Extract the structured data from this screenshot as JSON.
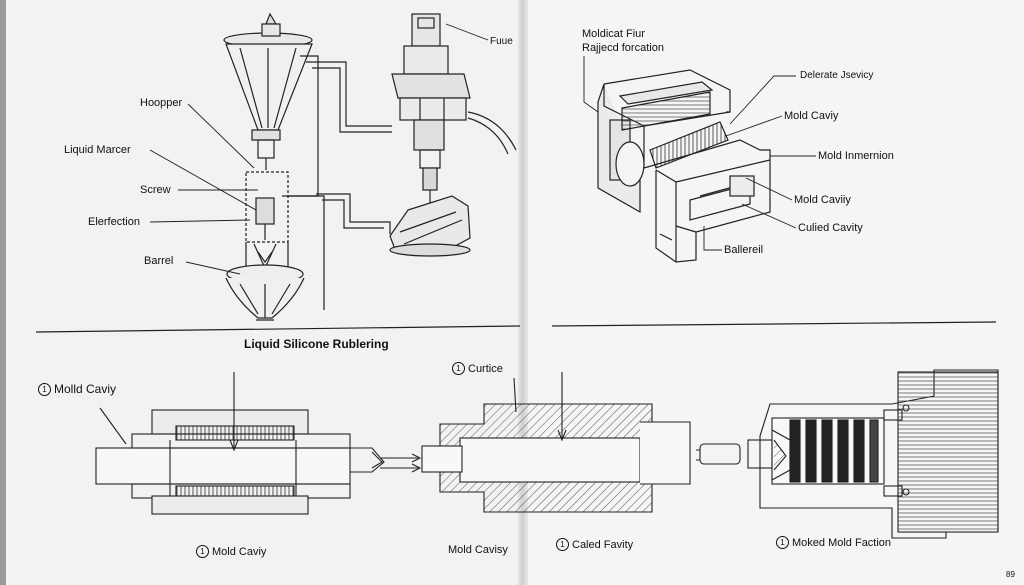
{
  "top_left": {
    "labels": {
      "hopper": "Hoopper",
      "liquid_marker": "Liquid Marcer",
      "screw": "Screw",
      "ejection": "Elerfection",
      "barrel": "Barrel",
      "fuse": "Fuue"
    }
  },
  "top_right": {
    "title_line1": "Moldicat Fiur",
    "title_line2": "Rajjecd forcation",
    "labels": {
      "delerate": "Delerate Jsevicy",
      "mold_caviy_1": "Mold Caviy",
      "mold_internion": "Mold Inmernion",
      "mold_caviy_2": "Mold Caviiy",
      "culied": "Culied Cavity",
      "ballereil": "Ballereil"
    }
  },
  "caption": "Liquid Silicone Rublering",
  "bottom": {
    "mold_cavity_top": {
      "num": "1",
      "text": "Molld Caviy"
    },
    "curtice": {
      "num": "1",
      "text": "Curtice"
    },
    "mold_caviy_bottom": {
      "num": "1",
      "text": "Mold Caviy"
    },
    "mold_cavisy": "Mold Cavisy",
    "caled_favity": {
      "num": "1",
      "text": "Caled Favity"
    },
    "moked_faction": {
      "num": "1",
      "text": "Moked Mold Faction"
    }
  },
  "page_number": "89"
}
